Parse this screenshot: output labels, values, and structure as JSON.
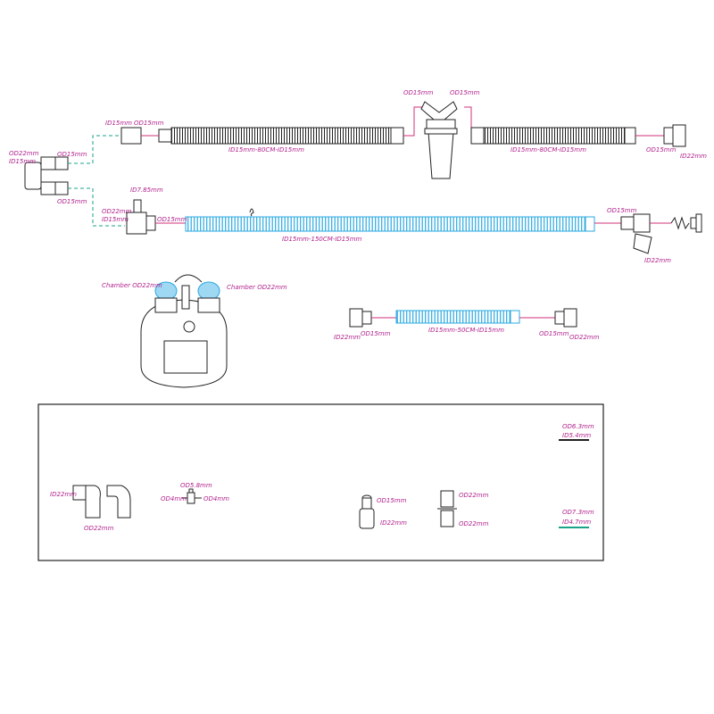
{
  "labels": {
    "y_left_top": "OD22mm",
    "y_left_bot": "ID15mm",
    "y_top_od": "OD15mm",
    "y_bot_od": "OD15mm",
    "upper_id15": "ID15mm",
    "upper_od15": "OD15mm",
    "upper_tube": "ID15mm-80CM-ID15mm",
    "trap_left": "OD15mm",
    "trap_right": "OD15mm",
    "upper_right_tube": "ID15mm-80CM-ID15mm",
    "upper_right_od15": "OD15mm",
    "upper_right_id22": "ID22mm",
    "temp_port": "ID7.85mm",
    "heated_od22": "OD22mm",
    "heated_id15": "ID15mm",
    "heated_od15": "OD15mm",
    "heated_tube": "ID15mm-150CM-ID15mm",
    "heated_right_od15": "OD15mm",
    "heated_right_id22": "ID22mm",
    "chamber_left": "Chamber OD22mm",
    "chamber_right": "Chamber OD22mm",
    "short_id22": "ID22mm",
    "short_od15": "OD15mm",
    "short_tube": "ID15mm-50CM-ID15mm",
    "short_od15_r": "OD15mm",
    "short_od22_r": "OD22mm",
    "elbow_id22": "ID22mm",
    "elbow_od22": "OD22mm",
    "nipple_top": "OD5.8mm",
    "nipple_left": "OD4mm",
    "nipple_right": "OD4mm",
    "adapter_od15": "OD15mm",
    "adapter_id22": "ID22mm",
    "coupler_od22_top": "OD22mm",
    "coupler_od22_bot": "OD22mm",
    "swatch1_top": "OD6.3mm",
    "swatch1_bot": "ID5.4mm",
    "swatch2_top": "OD7.3mm",
    "swatch2_bot": "ID4.7mm"
  },
  "colors": {
    "label": "#b0208c",
    "heated_tube": "#29a9e0",
    "wire": "#d0307a",
    "dashed": "#1aa38a"
  }
}
